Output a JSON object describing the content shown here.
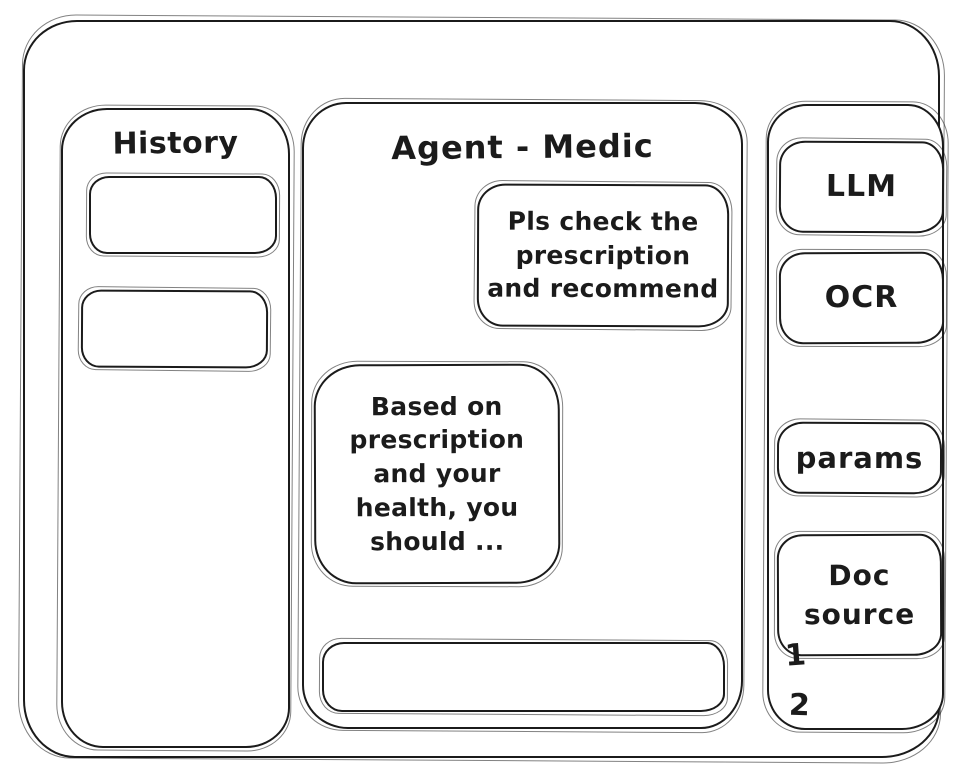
{
  "window": {
    "title": "Agent - Medic"
  },
  "colors": {
    "stroke": "#1b1b1b",
    "background": "#ffffff"
  },
  "history_panel": {
    "title": "History"
  },
  "chat_panel": {
    "title": "Agent - Medic",
    "messages": [
      {
        "role": "user",
        "text": "Pls check the\nprescription\nand recommend"
      },
      {
        "role": "assistant",
        "text": "Based on\nprescription\nand your\nhealth, you\nshould ..."
      }
    ],
    "input": {
      "value": "",
      "placeholder": ""
    }
  },
  "tools_panel": {
    "buttons": [
      {
        "label": "LLM"
      },
      {
        "label": "OCR"
      },
      {
        "label": "params"
      },
      {
        "label": "Doc\nsource"
      }
    ],
    "doc_items": [
      "1",
      "2"
    ]
  }
}
